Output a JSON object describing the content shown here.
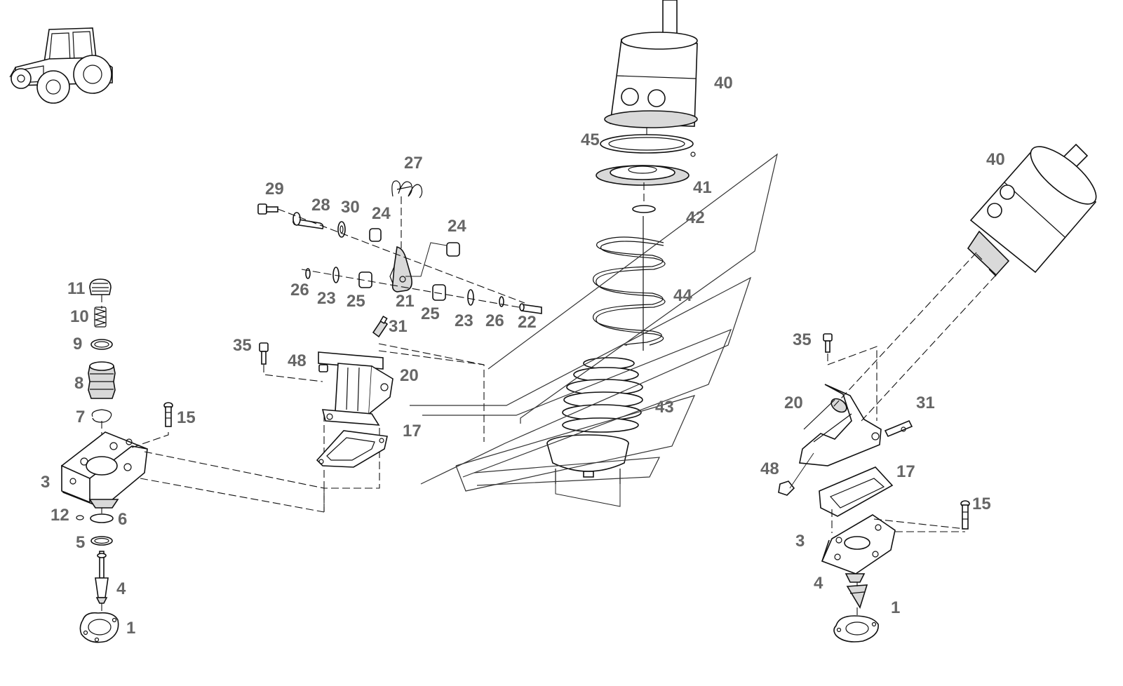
{
  "diagram": {
    "type": "exploded-parts-view",
    "callout_color": "#666666",
    "line_color": "#111111",
    "thumbnail_icon": "tractor-icon"
  },
  "callouts": {
    "c11": "11",
    "c10": "10",
    "c9": "9",
    "c8": "8",
    "c7": "7",
    "c15_left": "15",
    "c3_left": "3",
    "c12": "12",
    "c6": "6",
    "c5": "5",
    "c4_left": "4",
    "c1_left": "1",
    "c29": "29",
    "c28": "28",
    "c30": "30",
    "c24_a": "24",
    "c27": "27",
    "c24_b": "24",
    "c26_a": "26",
    "c23_a": "23",
    "c25_a": "25",
    "c21": "21",
    "c25_b": "25",
    "c23_b": "23",
    "c26_b": "26",
    "c22": "22",
    "c31_mid": "31",
    "c35_mid": "35",
    "c48_mid": "48",
    "c20_mid": "20",
    "c17_mid": "17",
    "c40_top": "40",
    "c45": "45",
    "c41": "41",
    "c42": "42",
    "c44": "44",
    "c43": "43",
    "c40_right": "40",
    "c35_right": "35",
    "c20_right": "20",
    "c31_right": "31",
    "c48_right": "48",
    "c17_right": "17",
    "c15_right": "15",
    "c3_right": "3",
    "c4_right": "4",
    "c1_right": "1"
  }
}
